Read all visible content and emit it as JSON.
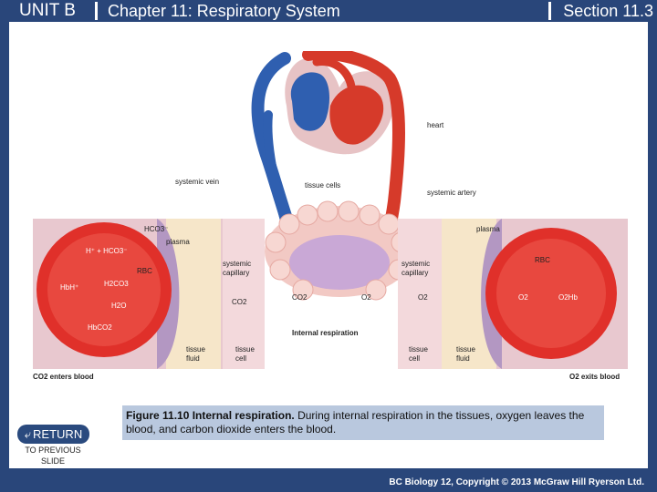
{
  "header": {
    "unit": "UNIT B",
    "chapter": "Chapter 11: Respiratory System",
    "section": "Section 11.3"
  },
  "figure": {
    "labels": {
      "heart": "heart",
      "systemic_vein": "systemic vein",
      "tissue_cells": "tissue cells",
      "systemic_artery": "systemic artery",
      "plasma_left": "plasma",
      "plasma_right": "plasma",
      "rbc_left": "RBC",
      "rbc_right": "RBC",
      "systemic_capillary_left": "systemic\ncapillary",
      "systemic_capillary_right": "systemic\ncapillary",
      "co2_center": "CO2",
      "o2_center": "O2",
      "co2_left": "CO2",
      "o2_right": "O2",
      "o2_in_rbc": "O2",
      "o2hb": "O2Hb",
      "hco3": "HCO3⁻",
      "h_hco3": "H⁺ + HCO3⁻",
      "hbh": "HbH⁺",
      "h2co3": "H2CO3",
      "h2o": "H2O",
      "hbco2": "HbCO2",
      "tissue_fluid_left": "tissue\nfluid",
      "tissue_cell_left": "tissue\ncell",
      "tissue_cell_right": "tissue\ncell",
      "tissue_fluid_right": "tissue\nfluid",
      "internal_respiration": "Internal respiration",
      "co2_enters": "CO2 enters blood",
      "o2_exits": "O2 exits blood"
    }
  },
  "caption": {
    "title": "Figure 11.10 Internal respiration.",
    "text": " During internal respiration in the tissues, oxygen leaves the blood, and carbon dioxide enters the blood."
  },
  "return_button": {
    "label": "RETURN",
    "sub": "TO PREVIOUS SLIDE"
  },
  "footer": {
    "copyright": "BC Biology 12, Copyright © 2013 McGraw Hill Ryerson Ltd."
  },
  "colors": {
    "bar": "#29467a",
    "caption_bg": "#b9c8de",
    "artery_red": "#d63a2a",
    "vein_blue": "#2f5fb0",
    "rbc_red": "#e0302a"
  }
}
